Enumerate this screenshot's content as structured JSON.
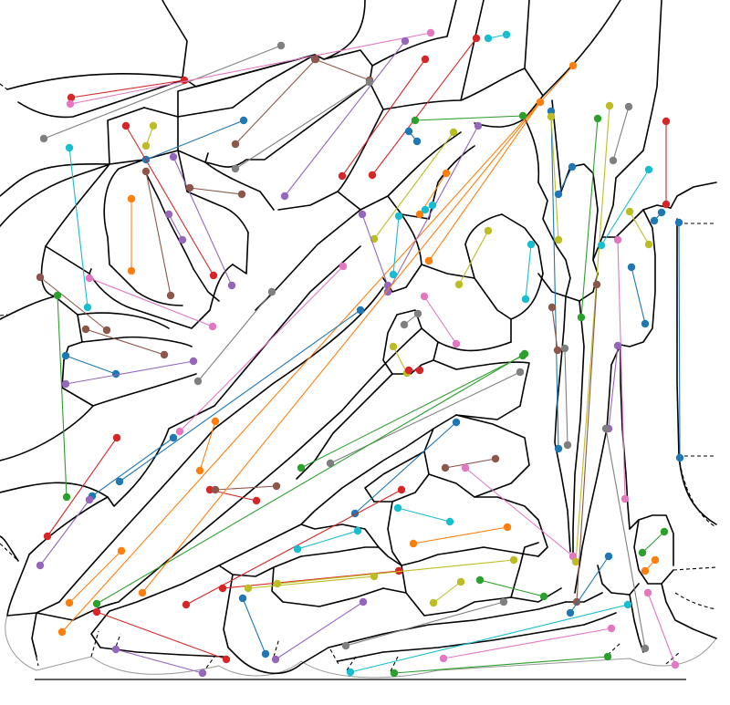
{
  "palette": {
    "blue": "#1f77b4",
    "orange": "#ff7f0e",
    "green": "#2ca02c",
    "red": "#d62728",
    "purple": "#9467bd",
    "brown": "#8c564b",
    "pink": "#e377c2",
    "gray": "#7f7f7f",
    "olive": "#bcbd22",
    "cyan": "#17becf"
  },
  "segments": [
    [
      "gray",
      308,
      50,
      48,
      152
    ],
    [
      "red",
      78,
      107,
      202,
      88
    ],
    [
      "pink",
      77,
      114,
      472,
      36
    ],
    [
      "brown",
      345,
      65,
      405,
      88
    ],
    [
      "purple",
      444,
      45,
      312,
      215
    ],
    [
      "red",
      466,
      65,
      375,
      193
    ],
    [
      "red",
      522,
      42,
      408,
      192
    ],
    [
      "cyan",
      535,
      42,
      555,
      38
    ],
    [
      "orange",
      628,
      72,
      68,
      693
    ],
    [
      "orange",
      592,
      112,
      470,
      286
    ],
    [
      "green",
      455,
      132,
      573,
      127
    ],
    [
      "blue",
      267,
      132,
      160,
      175
    ],
    [
      "olive",
      168,
      138,
      160,
      160
    ],
    [
      "red",
      138,
      138,
      234,
      302
    ],
    [
      "brown",
      346,
      65,
      258,
      158
    ],
    [
      "gray",
      405,
      90,
      258,
      185
    ],
    [
      "cyan",
      76,
      162,
      96,
      337
    ],
    [
      "purple",
      190,
      172,
      254,
      313
    ],
    [
      "brown",
      208,
      206,
      265,
      213
    ],
    [
      "orange",
      144,
      218,
      144,
      297
    ],
    [
      "brown",
      160,
      188,
      187,
      324
    ],
    [
      "purple",
      185,
      235,
      200,
      263
    ],
    [
      "pink",
      98,
      305,
      233,
      358
    ],
    [
      "brown",
      44,
      304,
      117,
      362
    ],
    [
      "green",
      63,
      324,
      73,
      545
    ],
    [
      "brown",
      94,
      361,
      180,
      389
    ],
    [
      "blue",
      72,
      390,
      127,
      410
    ],
    [
      "purple",
      72,
      421,
      212,
      396
    ],
    [
      "gray",
      298,
      320,
      217,
      418
    ],
    [
      "blue",
      395,
      340,
      131,
      528
    ],
    [
      "pink",
      376,
      292,
      197,
      473
    ],
    [
      "blue",
      457,
      155,
      448,
      144
    ],
    [
      "olive",
      497,
      145,
      410,
      262
    ],
    [
      "purple",
      524,
      138,
      425,
      320
    ],
    [
      "orange",
      489,
      190,
      460,
      235
    ],
    [
      "cyan",
      474,
      225,
      466,
      230
    ],
    [
      "cyan",
      437,
      237,
      431,
      301
    ],
    [
      "purple",
      397,
      235,
      425,
      313
    ],
    [
      "olive",
      535,
      253,
      503,
      312
    ],
    [
      "cyan",
      582,
      268,
      576,
      328
    ],
    [
      "pink",
      465,
      325,
      500,
      377
    ],
    [
      "gray",
      458,
      344,
      443,
      356
    ],
    [
      "olive",
      431,
      380,
      446,
      409
    ],
    [
      "red",
      460,
      406,
      448,
      406
    ],
    [
      "green",
      573,
      390,
      330,
      513
    ],
    [
      "gray",
      570,
      408,
      362,
      508
    ],
    [
      "brown",
      488,
      513,
      543,
      503
    ],
    [
      "pink",
      510,
      513,
      628,
      610
    ],
    [
      "blue",
      500,
      463,
      389,
      563
    ],
    [
      "orange",
      236,
      462,
      219,
      516
    ],
    [
      "blue",
      190,
      480,
      101,
      544
    ],
    [
      "red",
      230,
      537,
      281,
      549
    ],
    [
      "brown",
      236,
      537,
      303,
      533
    ],
    [
      "red",
      52,
      588,
      128,
      480
    ],
    [
      "purple",
      98,
      548,
      44,
      620
    ],
    [
      "orange",
      133,
      604,
      76,
      661
    ],
    [
      "green",
      106,
      662,
      575,
      388
    ],
    [
      "orange",
      156,
      650,
      592,
      112
    ],
    [
      "red",
      204,
      663,
      440,
      537
    ],
    [
      "cyan",
      392,
      582,
      326,
      602
    ],
    [
      "cyan",
      493,
      572,
      436,
      557
    ],
    [
      "orange",
      556,
      578,
      453,
      596
    ],
    [
      "red",
      437,
      626,
      244,
      645
    ],
    [
      "olive",
      563,
      614,
      304,
      640
    ],
    [
      "olive",
      410,
      632,
      272,
      645
    ],
    [
      "olive",
      505,
      638,
      475,
      661
    ],
    [
      "green",
      526,
      636,
      596,
      654
    ],
    [
      "gray",
      552,
      660,
      379,
      708
    ],
    [
      "blue",
      266,
      656,
      291,
      717
    ],
    [
      "purple",
      398,
      660,
      302,
      723
    ],
    [
      "red",
      106,
      671,
      248,
      723
    ],
    [
      "purple",
      127,
      712,
      222,
      738
    ],
    [
      "cyan",
      688,
      663,
      384,
      737
    ],
    [
      "pink",
      670,
      689,
      486,
      722
    ],
    [
      "green",
      666,
      720,
      432,
      738
    ],
    [
      "blue",
      604,
      122,
      612,
      492
    ],
    [
      "olive",
      604,
      128,
      612,
      263
    ],
    [
      "green",
      655,
      130,
      637,
      348
    ],
    [
      "olive",
      668,
      116,
      631,
      616
    ],
    [
      "gray",
      689,
      117,
      672,
      176
    ],
    [
      "blue",
      627,
      183,
      612,
      213
    ],
    [
      "cyan",
      711,
      186,
      659,
      269
    ],
    [
      "red",
      730,
      133,
      730,
      224
    ],
    [
      "blue",
      725,
      233,
      717,
      242
    ],
    [
      "olive",
      690,
      232,
      711,
      268
    ],
    [
      "pink",
      677,
      263,
      685,
      547
    ],
    [
      "blue",
      692,
      293,
      707,
      355
    ],
    [
      "brown",
      605,
      337,
      611,
      384
    ],
    [
      "gray",
      619,
      382,
      622,
      488
    ],
    [
      "brown",
      654,
      312,
      632,
      660
    ],
    [
      "purple",
      677,
      379,
      667,
      470
    ],
    [
      "blue",
      667,
      610,
      625,
      672
    ],
    [
      "gray",
      664,
      470,
      707,
      711
    ],
    [
      "green",
      728,
      583,
      704,
      606
    ],
    [
      "orange",
      707,
      626,
      718,
      614
    ],
    [
      "pink",
      710,
      650,
      740,
      729
    ],
    [
      "blue",
      744,
      244,
      745,
      502
    ]
  ]
}
